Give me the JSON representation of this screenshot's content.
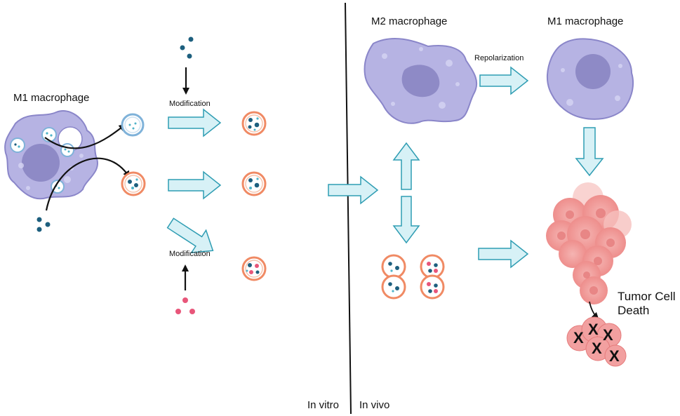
{
  "labels": {
    "m1_left": "M1 macrophage",
    "m2": "M2 macrophage",
    "m1_right": "M1 macrophage",
    "modification_top": "Modification",
    "modification_bottom": "Modification",
    "repolarization": "Repolarization",
    "tumor_line1": "Tumor Cell",
    "tumor_line2": "Death",
    "in_vitro": "In vitro",
    "in_vivo": "In vivo"
  },
  "death_marks": [
    "X",
    "X",
    "X",
    "X",
    "X"
  ],
  "colors": {
    "macrophage_fill": "#b6b3e3",
    "macrophage_stroke": "#8a86c9",
    "nucleus": "#8e8ac6",
    "vesicle_blue": "#7fb2d9",
    "vesicle_orange": "#f08a64",
    "cargo_dark": "#1d5f7e",
    "cargo_light": "#4fb3c8",
    "cargo_pink": "#e8567a",
    "arrow_fill": "#d7f1f6",
    "arrow_stroke": "#2f9db3",
    "tumor": "#f2a0a0",
    "tumor_dark": "#e57c7c"
  }
}
